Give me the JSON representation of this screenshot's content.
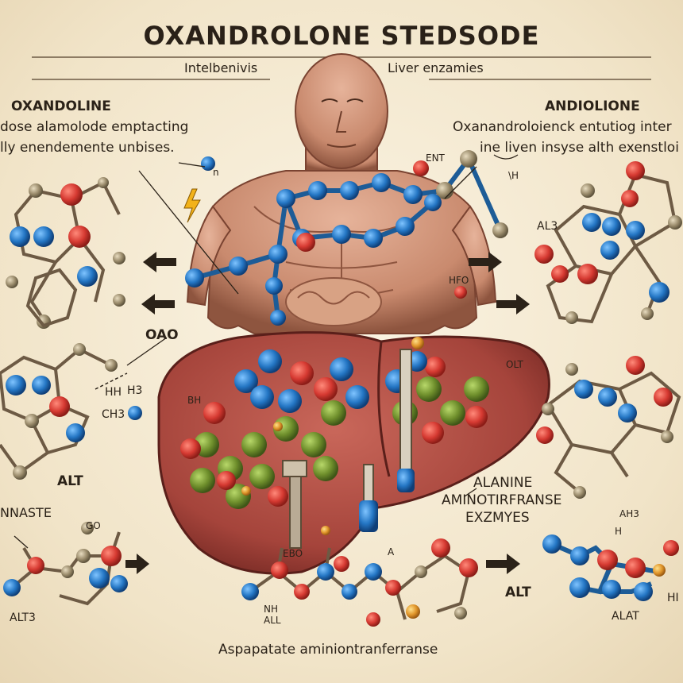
{
  "title": "OXANDROLONE STEDSODE",
  "top_labels": {
    "left_sub": "Intelbenivis",
    "right_sub": "Liver enzamies"
  },
  "left_block": {
    "heading": "OXANDOLINE",
    "line1": "dose alamolode emptacting",
    "line2": "lly enendemente unbises."
  },
  "right_block": {
    "heading": "ANDIOLIONE",
    "line1": "Oxanandroloienck entutiog inter",
    "line2": "ine liven insyse alth exenstloi"
  },
  "small_labels": {
    "ent": "ENT",
    "n_small": "n",
    "oh": "\\H",
    "hfo": "HFO",
    "al3_right": "AL3",
    "oao": "OAO",
    "hh": "HH",
    "h3": "H3",
    "ch3": "CH3",
    "bh": "BH",
    "olt": "OLT",
    "go": "GO",
    "ah3": "AH3",
    "h_right": "H",
    "nh_all": "NH\nALL",
    "ah_bottom": "A",
    "alt_left_small": "ALT",
    "ebo": "EBO",
    "alt_right_small": "ALT"
  },
  "bottom_labels": {
    "alt_left": "ALT",
    "nnaste": "NNASTE",
    "alt3_left": "ALT3",
    "alanine_line1": "ALANINE",
    "alanine_line2": "AMINOTIRFRANSE",
    "alanine_line3": "EXZMYES",
    "alt_mid": "ALT",
    "alt_right": "ALAT",
    "hi": "HI",
    "caption": "Aspapatate aminiontranferranse"
  },
  "colors": {
    "carbon": "#9b8c6c",
    "oxygen": "#d63a32",
    "nitrogen": "#2476c4",
    "liver": "#a5443b",
    "enzyme_green": "#6f8f2c",
    "skin": "#c98a6e"
  }
}
